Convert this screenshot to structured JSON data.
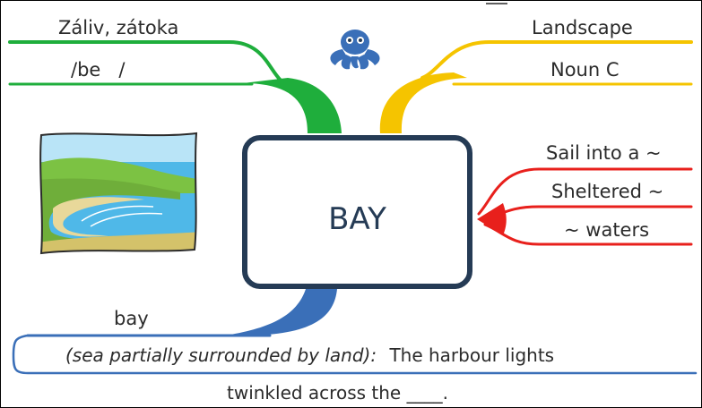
{
  "central": {
    "word": "BAY"
  },
  "top_left": {
    "translation": "Záliv, zátoka",
    "pronunciation": "/be   /"
  },
  "top_right": {
    "category": "Landscape",
    "grammar": "Noun C"
  },
  "right": {
    "collocations": [
      "Sail into a ~",
      "Sheltered ~",
      "~ waters"
    ]
  },
  "bottom": {
    "headword": "bay",
    "definition": "(sea partially surrounded by land):",
    "example_part1": "The harbour lights",
    "example_part2": "twinkled across the ____."
  },
  "colors": {
    "green": "#1fae3c",
    "yellow": "#f5c400",
    "red": "#e8201c",
    "blue": "#3a6fb8",
    "dark": "#253b55"
  },
  "icons": [
    "octopus-logo-icon",
    "bay-illustration-icon"
  ]
}
